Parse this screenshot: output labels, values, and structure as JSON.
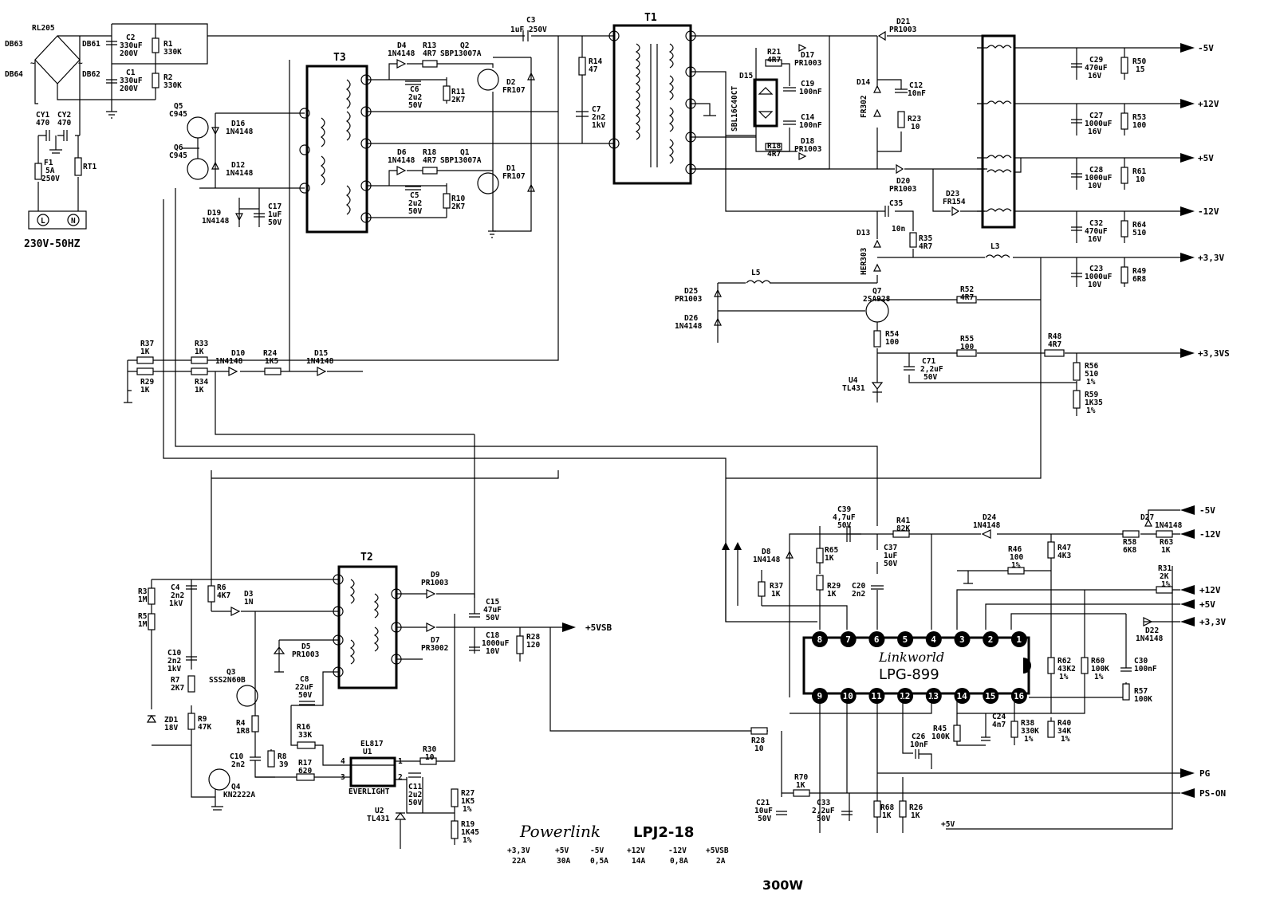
{
  "mains": {
    "input_label": "230V-50HZ",
    "terminal_l": "L",
    "terminal_n": "N",
    "fuse": [
      "F1",
      "5A",
      "250V"
    ],
    "thermistor": "RT1",
    "cy1": [
      "CY1",
      "470"
    ],
    "cy2": [
      "CY2",
      "470"
    ]
  },
  "bridge": {
    "rl": "RL205",
    "db": [
      "DB63",
      "DB64",
      "DB61",
      "DB62"
    ],
    "tilde": "~"
  },
  "components": [
    {
      "ref": "C2",
      "value": "330uF",
      "extra": "200V"
    },
    {
      "ref": "C1",
      "value": "330uF",
      "extra": "200V"
    },
    {
      "ref": "R1",
      "value": "330K"
    },
    {
      "ref": "R2",
      "value": "330K"
    },
    {
      "ref": "C3",
      "value": "1uF 250V"
    },
    {
      "ref": "T1",
      "value": ""
    },
    {
      "ref": "T2",
      "value": ""
    },
    {
      "ref": "T3",
      "value": ""
    },
    {
      "ref": "D4",
      "value": "1N4148"
    },
    {
      "ref": "R13",
      "value": "4R7"
    },
    {
      "ref": "Q2",
      "value": "SBP13007A"
    },
    {
      "ref": "C6",
      "value": "2u2",
      "extra": "50V"
    },
    {
      "ref": "R11",
      "value": "2K7"
    },
    {
      "ref": "D2",
      "value": "FR107"
    },
    {
      "ref": "D6",
      "value": "1N4148"
    },
    {
      "ref": "R18",
      "value": "4R7"
    },
    {
      "ref": "Q1",
      "value": "SBP13007A"
    },
    {
      "ref": "C5",
      "value": "2u2",
      "extra": "50V"
    },
    {
      "ref": "R10",
      "value": "2K7"
    },
    {
      "ref": "D1",
      "value": "FR107"
    },
    {
      "ref": "R14",
      "value": "47"
    },
    {
      "ref": "C7",
      "value": "2n2",
      "extra": "1kV"
    },
    {
      "ref": "Q5",
      "value": "C945"
    },
    {
      "ref": "Q6",
      "value": "C945"
    },
    {
      "ref": "D16",
      "value": "1N4148"
    },
    {
      "ref": "D12",
      "value": "1N4148"
    },
    {
      "ref": "D19",
      "value": "1N4148"
    },
    {
      "ref": "C17",
      "value": "1uF",
      "extra": "50V"
    },
    {
      "ref": "R21",
      "value": "4R7"
    },
    {
      "ref": "D17",
      "value": "PR1003"
    },
    {
      "ref": "D15",
      "value": "SBL16C40CT"
    },
    {
      "ref": "C19",
      "value": "100nF"
    },
    {
      "ref": "C14",
      "value": "100nF"
    },
    {
      "ref": "R18",
      "value": "4R7"
    },
    {
      "ref": "D18",
      "value": "PR1003"
    },
    {
      "ref": "D21",
      "value": "PR1003"
    },
    {
      "ref": "D14",
      "value": ""
    },
    {
      "ref": "FR302",
      "value": ""
    },
    {
      "ref": "C12",
      "value": "10nF"
    },
    {
      "ref": "R23",
      "value": "10"
    },
    {
      "ref": "D20",
      "value": "PR1003"
    },
    {
      "ref": "D23",
      "value": "FR154"
    },
    {
      "ref": "C35",
      "value": "10n"
    },
    {
      "ref": "D13",
      "value": ""
    },
    {
      "ref": "HER303",
      "value": ""
    },
    {
      "ref": "R35",
      "value": "4R7"
    },
    {
      "ref": "L3",
      "value": ""
    },
    {
      "ref": "L5",
      "value": ""
    },
    {
      "ref": "D25",
      "value": "PR1003"
    },
    {
      "ref": "D26",
      "value": "1N4148"
    },
    {
      "ref": "Q7",
      "value": "2SA928"
    },
    {
      "ref": "R52",
      "value": "4R7"
    },
    {
      "ref": "R54",
      "value": "100"
    },
    {
      "ref": "R55",
      "value": "100"
    },
    {
      "ref": "R48",
      "value": "4R7"
    },
    {
      "ref": "C71",
      "value": "2,2uF",
      "extra": "50V"
    },
    {
      "ref": "U4",
      "value": "TL431"
    },
    {
      "ref": "R56",
      "value": "510",
      "extra": "1%"
    },
    {
      "ref": "R59",
      "value": "1K35",
      "extra": "1%"
    },
    {
      "ref": "C29",
      "value": "470uF",
      "extra": "16V"
    },
    {
      "ref": "R50",
      "value": "15"
    },
    {
      "ref": "C27",
      "value": "1000uF",
      "extra": "16V"
    },
    {
      "ref": "R53",
      "value": "100"
    },
    {
      "ref": "C28",
      "value": "1000uF",
      "extra": "10V"
    },
    {
      "ref": "R61",
      "value": "10"
    },
    {
      "ref": "C32",
      "value": "470uF",
      "extra": "16V"
    },
    {
      "ref": "R64",
      "value": "510"
    },
    {
      "ref": "C23",
      "value": "1000uF",
      "extra": "10V"
    },
    {
      "ref": "R49",
      "value": "6R8"
    },
    {
      "ref": "R37",
      "value": "1K"
    },
    {
      "ref": "R29",
      "value": "1K"
    },
    {
      "ref": "R33",
      "value": "1K"
    },
    {
      "ref": "R34",
      "value": "1K"
    },
    {
      "ref": "D10",
      "value": "1N4148"
    },
    {
      "ref": "R24",
      "value": "1K5"
    },
    {
      "ref": "D15",
      "value": "1N4148"
    },
    {
      "ref": "R3",
      "value": "1M"
    },
    {
      "ref": "R5",
      "value": "1M"
    },
    {
      "ref": "C4",
      "value": "2n2",
      "extra": "1kV"
    },
    {
      "ref": "R6",
      "value": "4K7"
    },
    {
      "ref": "D3",
      "value": "1N"
    },
    {
      "ref": "C10",
      "value": "2n2",
      "extra": "1kV"
    },
    {
      "ref": "R7",
      "value": "2K7"
    },
    {
      "ref": "Q3",
      "value": "SSS2N60B"
    },
    {
      "ref": "D5",
      "value": "PR1003"
    },
    {
      "ref": "ZD1",
      "value": "18V"
    },
    {
      "ref": "R9",
      "value": "47K"
    },
    {
      "ref": "R4",
      "value": "1R8"
    },
    {
      "ref": "C8",
      "value": "22uF",
      "extra": "50V"
    },
    {
      "ref": "R16",
      "value": "33K"
    },
    {
      "ref": "C10",
      "value": "2n2"
    },
    {
      "ref": "R8",
      "value": "39"
    },
    {
      "ref": "R17",
      "value": "620"
    },
    {
      "ref": "Q4",
      "value": "KN2222A"
    },
    {
      "ref": "U1",
      "value": "EL817"
    },
    {
      "ref": "EVERLIGHT",
      "value": ""
    },
    {
      "ref": "D9",
      "value": "PR1003"
    },
    {
      "ref": "D7",
      "value": "PR3002"
    },
    {
      "ref": "C15",
      "value": "47uF",
      "extra": "50V"
    },
    {
      "ref": "C18",
      "value": "1000uF",
      "extra": "10V"
    },
    {
      "ref": "R28",
      "value": "120"
    },
    {
      "ref": "R30",
      "value": "10"
    },
    {
      "ref": "C11",
      "value": "2u2",
      "extra": "50V"
    },
    {
      "ref": "U2",
      "value": "TL431"
    },
    {
      "ref": "R27",
      "value": "1K5",
      "extra": "1%"
    },
    {
      "ref": "R19",
      "value": "1K45",
      "extra": "1%"
    },
    {
      "ref": "C39",
      "value": "4,7uF",
      "extra": "50V"
    },
    {
      "ref": "R41",
      "value": "82K"
    },
    {
      "ref": "D24",
      "value": "1N4148"
    },
    {
      "ref": "D27",
      "value": "1N4148"
    },
    {
      "ref": "R58",
      "value": "6K8"
    },
    {
      "ref": "R63",
      "value": "1K"
    },
    {
      "ref": "D8",
      "value": "1N4148"
    },
    {
      "ref": "R65",
      "value": "1K"
    },
    {
      "ref": "C37",
      "value": "1uF",
      "extra": "50V"
    },
    {
      "ref": "R46",
      "value": "100",
      "extra": "1%"
    },
    {
      "ref": "R47",
      "value": "4K3"
    },
    {
      "ref": "R31",
      "value": "2K",
      "extra": "1%"
    },
    {
      "ref": "R37",
      "value": "1K"
    },
    {
      "ref": "R29",
      "value": "1K"
    },
    {
      "ref": "C20",
      "value": "2n2"
    },
    {
      "ref": "D22",
      "value": "1N4148"
    },
    {
      "ref": "R62",
      "value": "43K2",
      "extra": "1%"
    },
    {
      "ref": "R60",
      "value": "100K",
      "extra": "1%"
    },
    {
      "ref": "C30",
      "value": "100nF"
    },
    {
      "ref": "R57",
      "value": "100K"
    },
    {
      "ref": "R28",
      "value": "10"
    },
    {
      "ref": "C26",
      "value": "10nF"
    },
    {
      "ref": "R45",
      "value": "100K"
    },
    {
      "ref": "C24",
      "value": "4n7"
    },
    {
      "ref": "R38",
      "value": "330K",
      "extra": "1%"
    },
    {
      "ref": "R40",
      "value": "34K",
      "extra": "1%"
    },
    {
      "ref": "R70",
      "value": "1K"
    },
    {
      "ref": "C21",
      "value": "10uF",
      "extra": "50V"
    },
    {
      "ref": "C33",
      "value": "2,2uF",
      "extra": "50V"
    },
    {
      "ref": "R68",
      "value": "1K"
    },
    {
      "ref": "R26",
      "value": "1K"
    }
  ],
  "outputs": {
    "m5v": "-5V",
    "p12v": "+12V",
    "p5v": "+5V",
    "m12v": "-12V",
    "p33v": "+3,3V",
    "p33vs": "+3,3VS",
    "p5vsb": "+5VSB"
  },
  "ic": {
    "brand": "Linkworld",
    "part": "LPG-899",
    "pins_top": [
      "8",
      "7",
      "6",
      "5",
      "4",
      "3",
      "2",
      "1"
    ],
    "pins_bottom": [
      "9",
      "10",
      "11",
      "12",
      "13",
      "14",
      "15",
      "16"
    ],
    "inputs": {
      "m5v": "-5V",
      "m12v": "-12V",
      "p12v": "+12V",
      "p5v": "+5V",
      "p33v": "+3,3V",
      "pg": "PG",
      "ps_on": "PS-ON",
      "p5v_note": "+5V"
    }
  },
  "title_block": {
    "brand": "Powerlink",
    "model": "LPJ2-18",
    "rails": [
      "+3,3V",
      "+5V",
      "-5V",
      "+12V",
      "-12V",
      "+5VSB"
    ],
    "currents": [
      "22A",
      "30A",
      "0,5A",
      "14A",
      "0,8A",
      "2A"
    ],
    "power": "300W"
  }
}
